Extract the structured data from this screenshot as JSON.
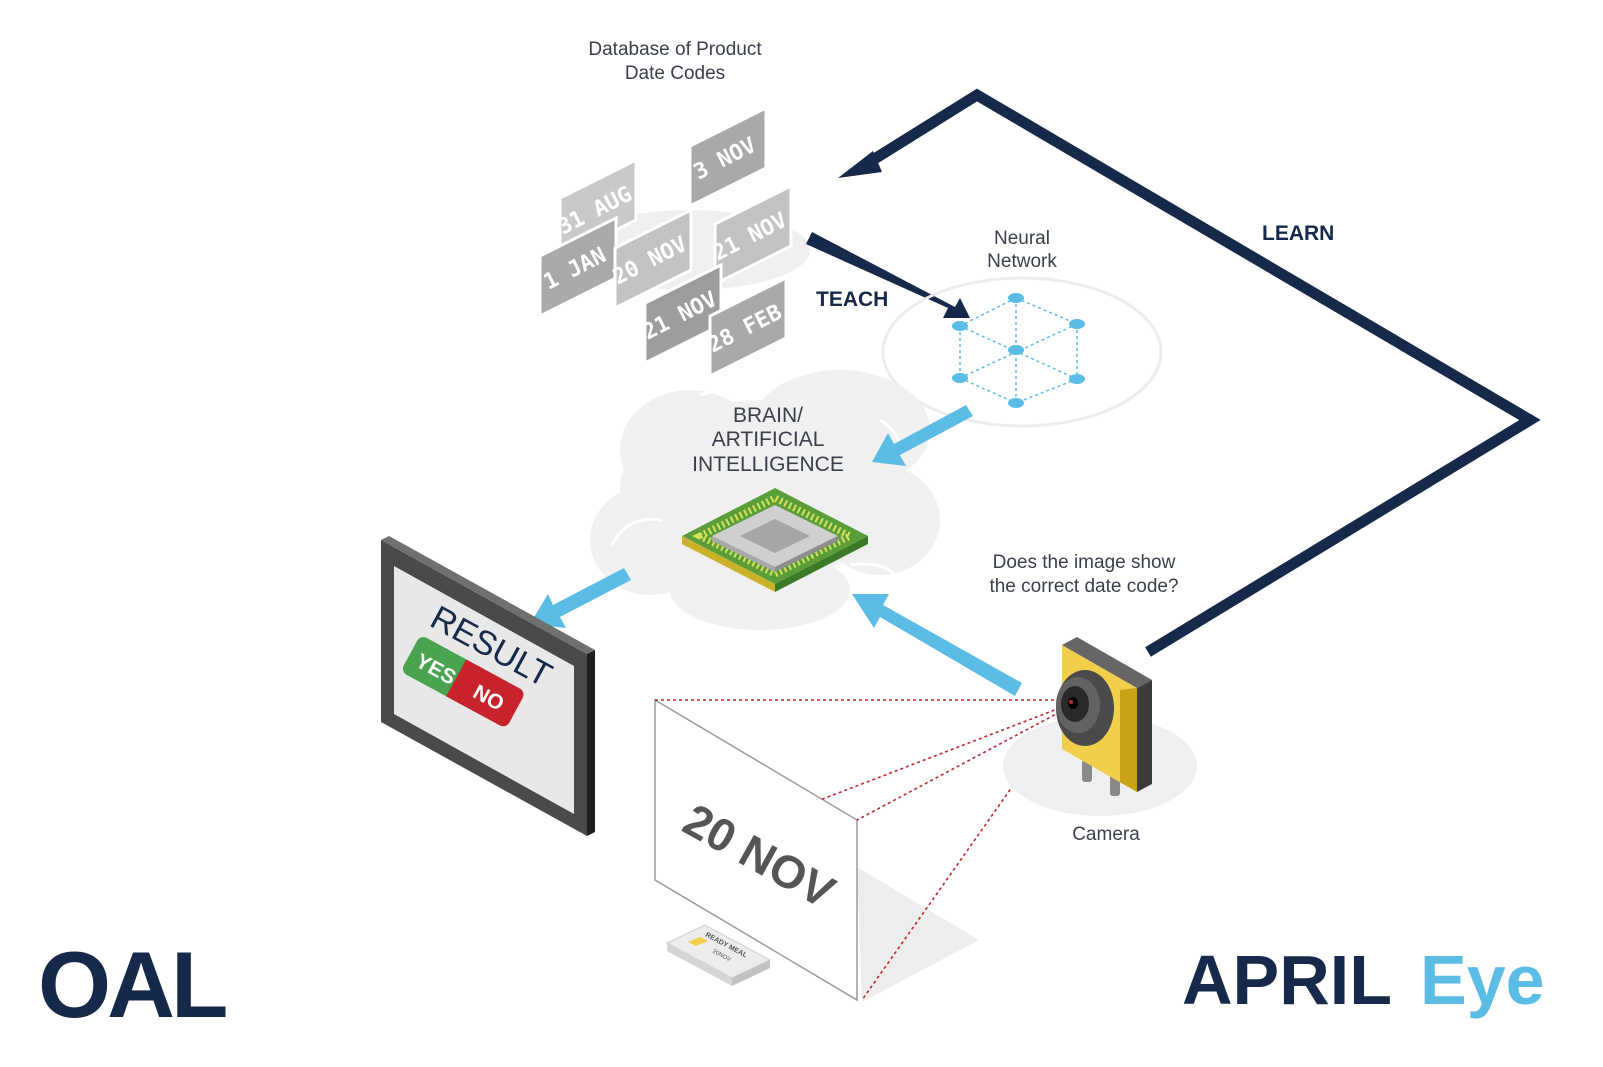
{
  "database": {
    "title_line1": "Database of Product",
    "title_line2": "Date Codes",
    "cards": [
      {
        "text": "31 AUG",
        "shade": "#c9c9c9"
      },
      {
        "text": "3 NOV",
        "shade": "#a9a9a9"
      },
      {
        "text": "1 JAN",
        "shade": "#a9a9a9"
      },
      {
        "text": "20 NOV",
        "shade": "#c3c3c3"
      },
      {
        "text": "21 NOV",
        "shade": "#c3c3c3"
      },
      {
        "text": "21 NOV",
        "shade": "#9d9d9d"
      },
      {
        "text": "28 FEB",
        "shade": "#a9a9a9"
      }
    ]
  },
  "arrows": {
    "teach_label": "TEACH",
    "learn_label": "LEARN"
  },
  "neural_network": {
    "label_line1": "Neural",
    "label_line2": "Network"
  },
  "brain": {
    "label_line1": "BRAIN/",
    "label_line2": "ARTIFICIAL",
    "label_line3": "INTELLIGENCE"
  },
  "monitor": {
    "title": "RESULT",
    "yes_label": "YES",
    "no_label": "NO"
  },
  "camera": {
    "question_line1": "Does the image show",
    "question_line2": "the correct date code?",
    "label": "Camera"
  },
  "product": {
    "date_code": "20 NOV",
    "package_label": "READY MEAL",
    "package_code": "20NOV"
  },
  "branding": {
    "oal_logo": "OAL",
    "product_name_1": "APRIL",
    "product_name_2": "Eye"
  },
  "colors": {
    "navy": "#16294a",
    "light_blue": "#5bbde6",
    "yes_green": "#4aa34f",
    "no_red": "#c8232c",
    "camera_yellow": "#f2cf4a",
    "chip_green": "#5a9e3a"
  }
}
